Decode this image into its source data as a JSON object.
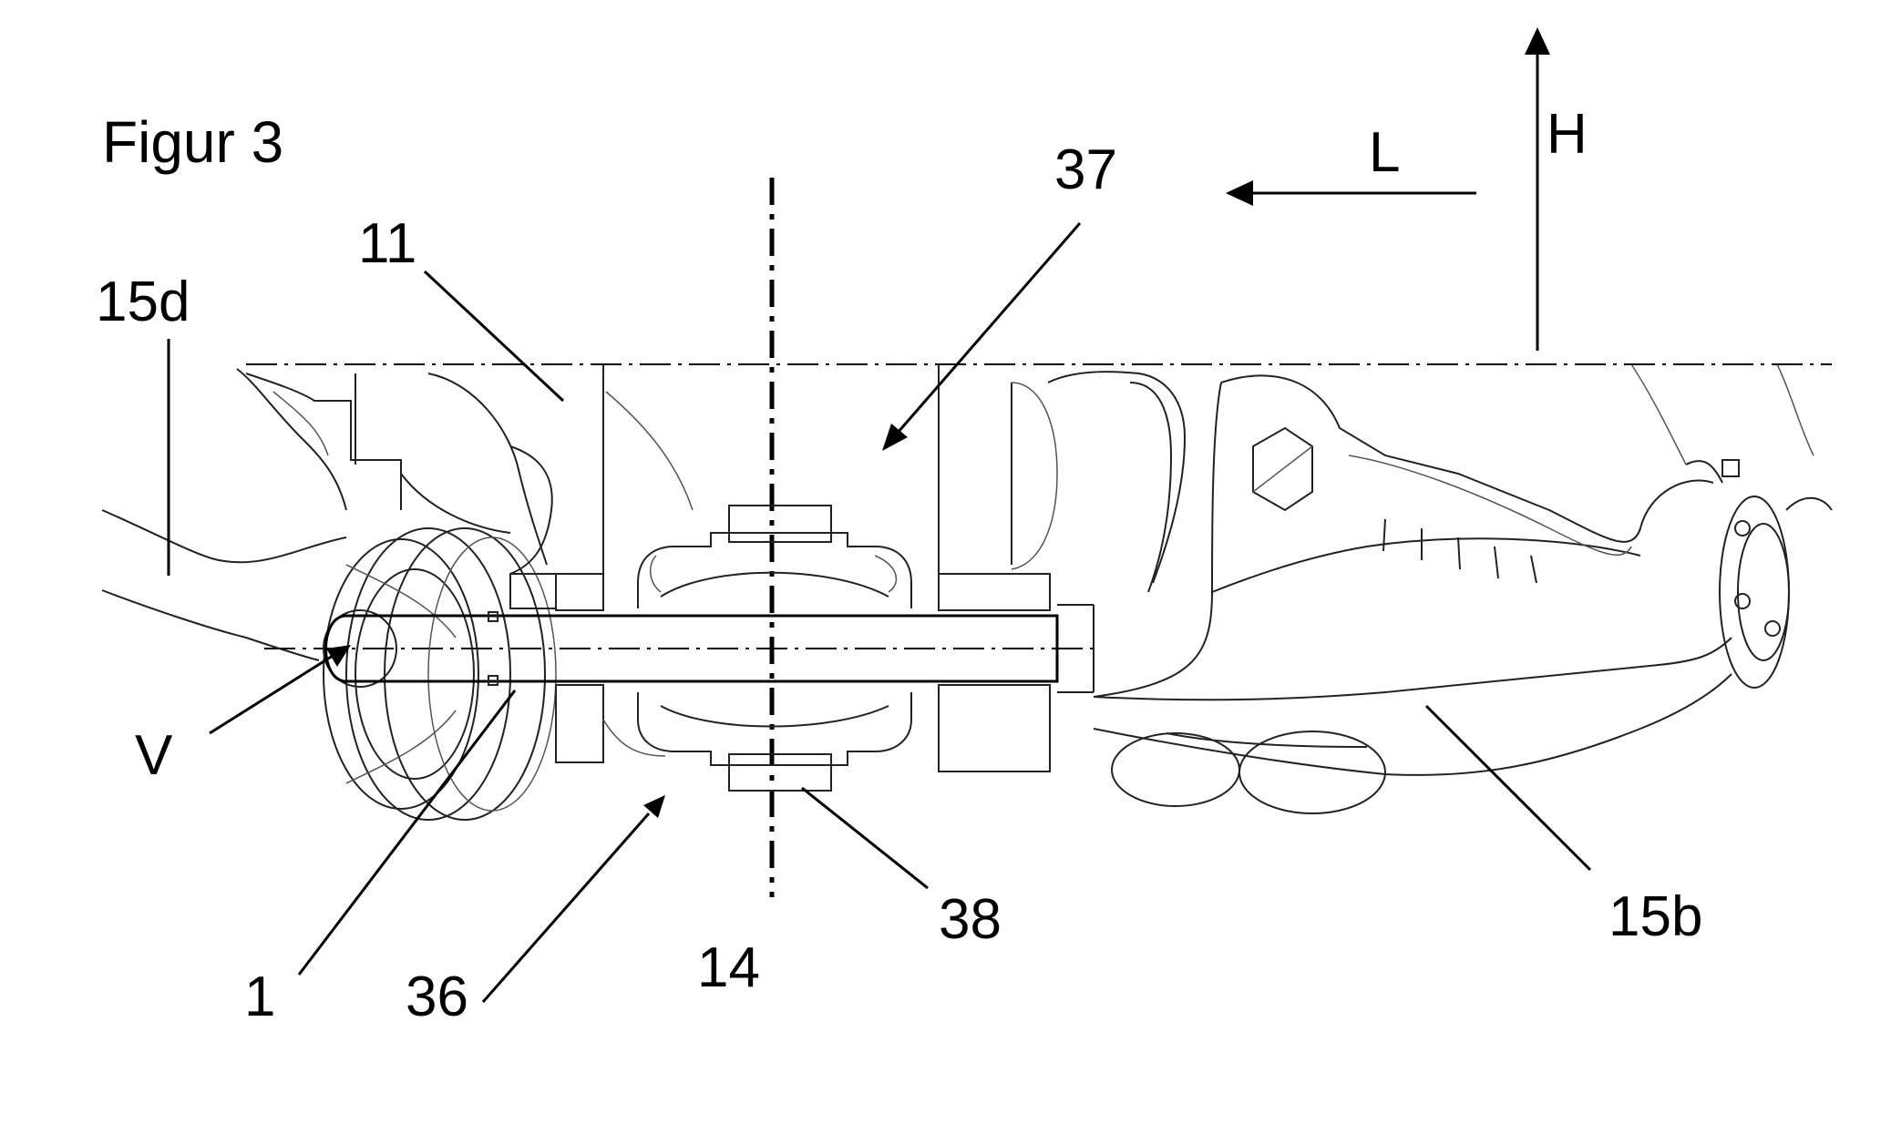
{
  "figure": {
    "title": "Figur 3",
    "labels": {
      "l_15d": "15d",
      "l_11": "11",
      "l_37": "37",
      "l_L": "L",
      "l_H": "H",
      "l_V": "V",
      "l_1": "1",
      "l_36": "36",
      "l_14": "14",
      "l_38": "38",
      "l_15b": "15b"
    }
  }
}
